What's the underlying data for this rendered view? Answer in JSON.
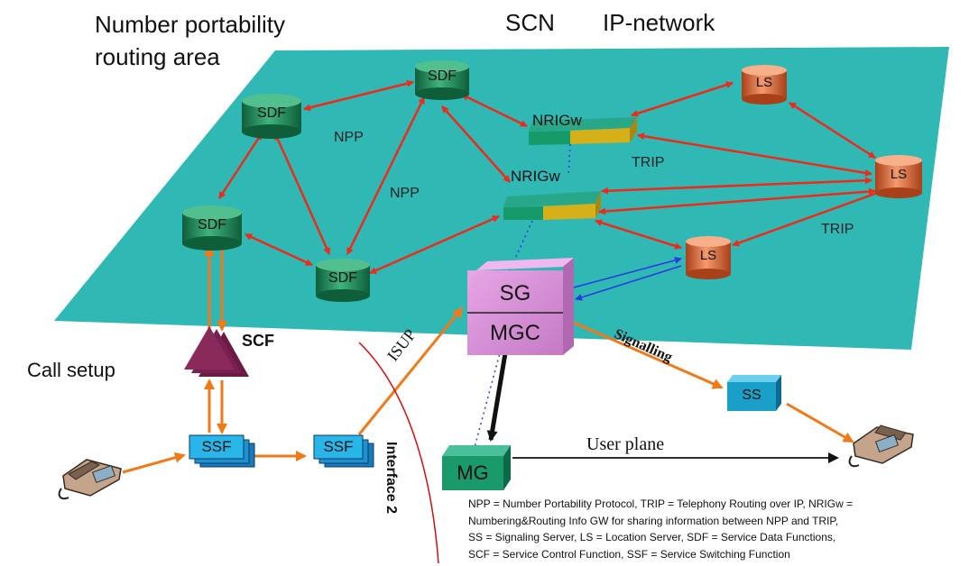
{
  "titles": {
    "area_line1": "Number portability",
    "area_line2": "routing area",
    "scn": "SCN",
    "ip_network": "IP-network",
    "call_setup": "Call setup"
  },
  "nodes": {
    "sdf": "SDF",
    "ls": "LS",
    "nrigw": "NRIGw",
    "scf": "SCF",
    "ssf": "SSF",
    "sg": "SG",
    "mgc": "MGC",
    "ss": "SS",
    "mg": "MG"
  },
  "links": {
    "npp": "NPP",
    "trip": "TRIP",
    "isup": "ISUP",
    "signalling": "Signalling",
    "user_plane": "User plane",
    "interface2": "Interface 2"
  },
  "legend": [
    "NPP = Number Portability Protocol, TRIP = Telephony Routing over IP, NRIGw =",
    "Numbering&Routing Info GW for sharing information between NPP and TRIP,",
    "SS = Signaling Server, LS = Location Server, SDF = Service Data Functions,",
    "SCF = Service Control Function, SSF = Service Switching Function"
  ],
  "colors": {
    "plane": "#2fb8b4",
    "sdf": "#1f8a5a",
    "ls": "#e07a4a",
    "sgmgc": "#d98ad8",
    "scf": "#8a2a5a",
    "ssf": "#29b5e8",
    "ss": "#1aa0c8",
    "mg": "#1a9a6a",
    "red_link": "#ee2a1a",
    "orange_link": "#f07a1a",
    "blue_link": "#2a3ae0"
  }
}
